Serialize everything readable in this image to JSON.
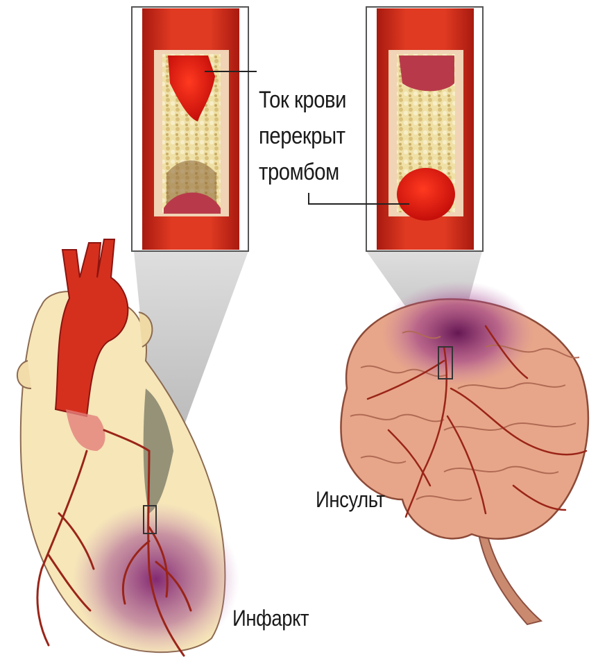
{
  "labels": {
    "callout_line1": "Ток крови",
    "callout_line2": "перекрыт",
    "callout_line3": "тромбом",
    "stroke": "Инсульт",
    "infarct": "Инфаркт"
  },
  "colors": {
    "vessel_red": "#d5301e",
    "clot_red": "#e01a10",
    "plaque_yellow": "#ecdca0",
    "heart_cream": "#f6e6b8",
    "brain_pink": "#e7a689",
    "ischemia_purple": "#8a2d7a"
  },
  "icons": [
    "heart-illustration",
    "brain-illustration",
    "artery-cross-section",
    "blood-clot"
  ]
}
